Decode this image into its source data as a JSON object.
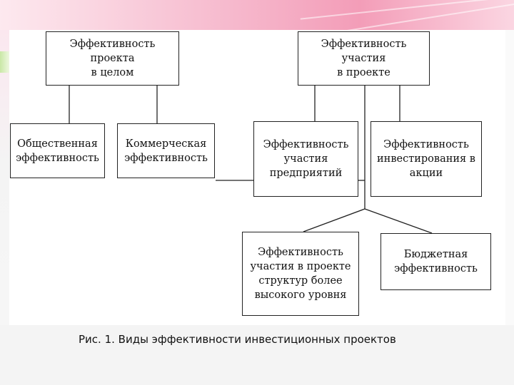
{
  "diagram": {
    "nodes": [
      {
        "id": "project_overall",
        "label": "Эффективность проекта\nв целом"
      },
      {
        "id": "participation",
        "label": "Эффективность участия\nв проекте"
      },
      {
        "id": "public",
        "label": "Общественная\nэффективность"
      },
      {
        "id": "commercial",
        "label": "Коммерческая\nэффективность"
      },
      {
        "id": "enterprises",
        "label": "Эффективность\nучастия\nпредприятий"
      },
      {
        "id": "shares",
        "label": "Эффективность\nинвестирования в\nакции"
      },
      {
        "id": "higher_structures",
        "label": "Эффективность\nучастия в проекте\nструктур более\nвысокого уровня"
      },
      {
        "id": "budget",
        "label": "Бюджетная\nэффективность"
      }
    ],
    "edges": [
      [
        "project_overall",
        "public"
      ],
      [
        "project_overall",
        "commercial"
      ],
      [
        "participation",
        "enterprises"
      ],
      [
        "participation",
        "shares"
      ],
      [
        "participation",
        "higher_structures"
      ],
      [
        "participation",
        "budget"
      ]
    ]
  },
  "caption": "Рис. 1. Виды эффективности инвестиционных проектов"
}
